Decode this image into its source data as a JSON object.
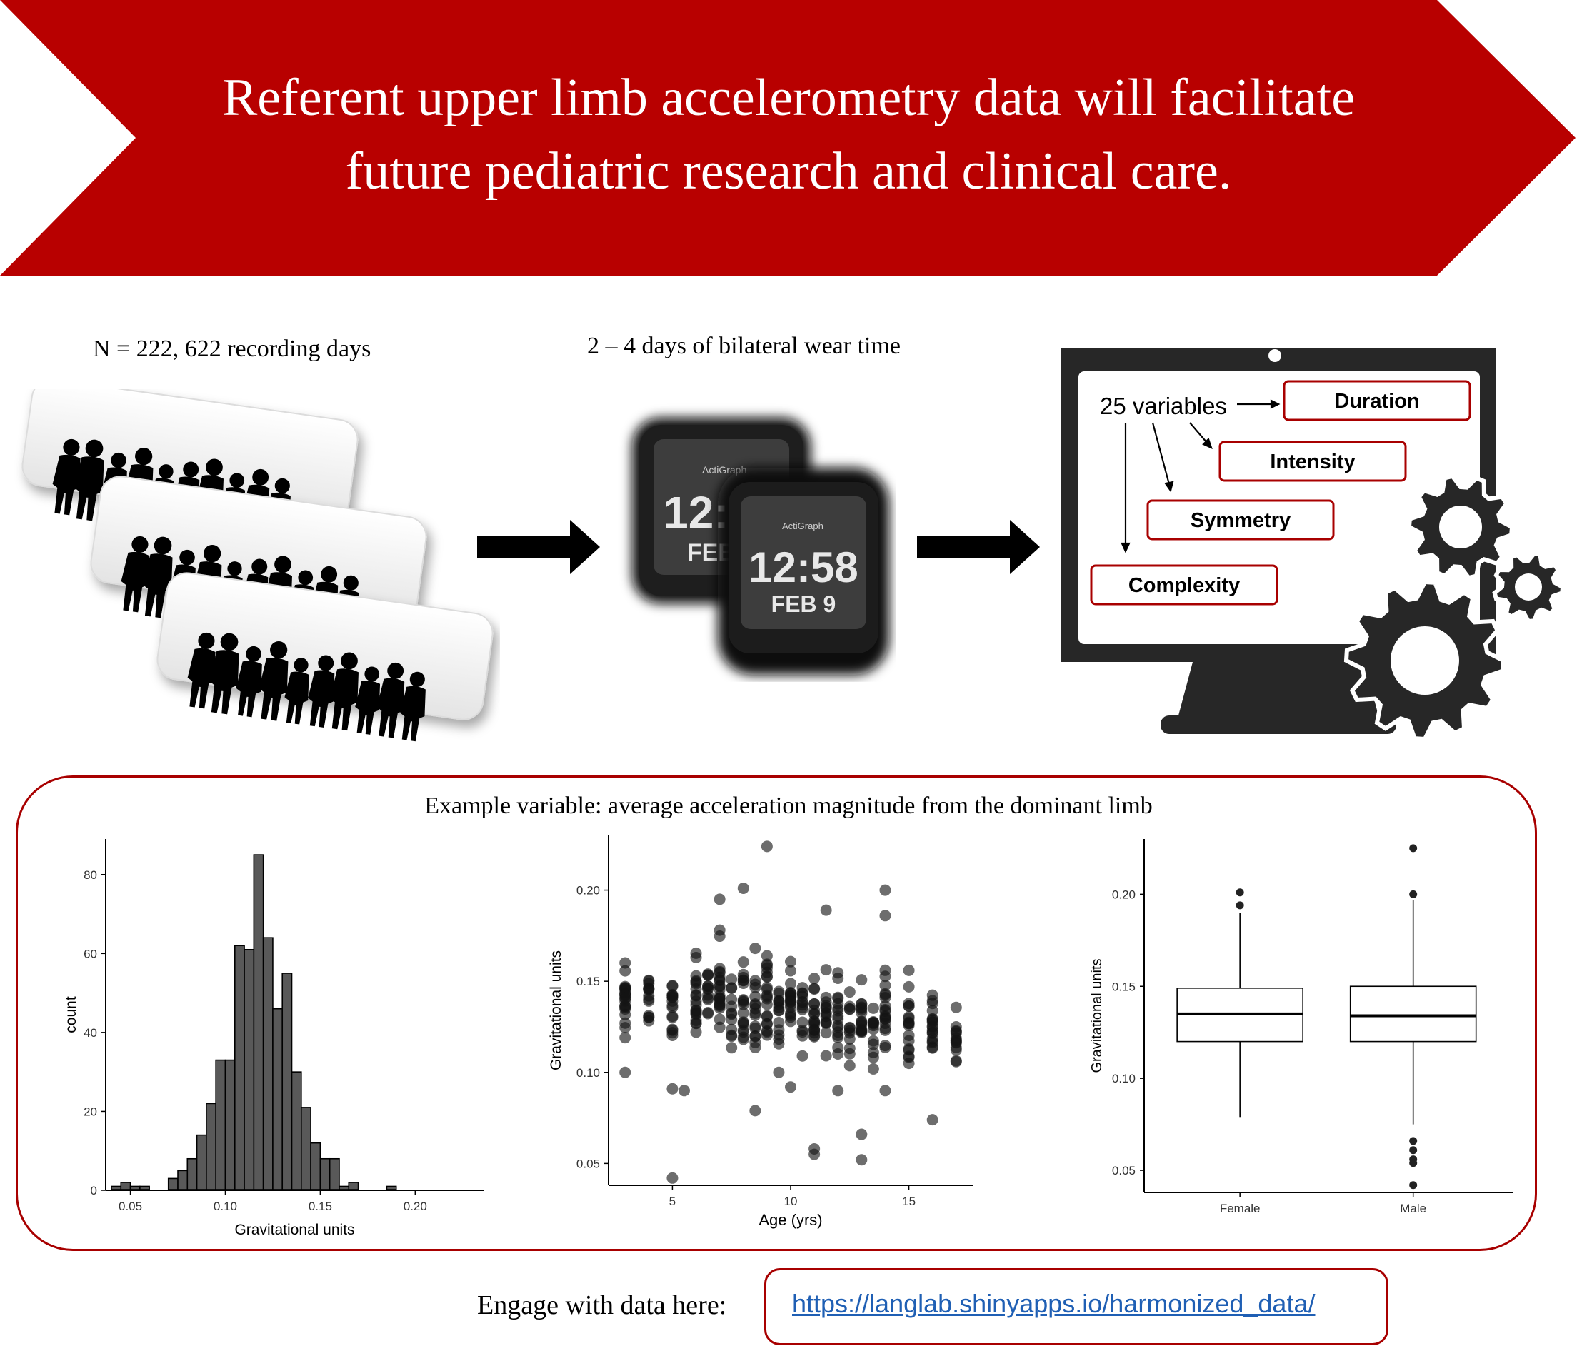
{
  "colors": {
    "banner": "#b80000",
    "accent": "#a80000",
    "link": "#1f5fb4"
  },
  "banner": {
    "line1": "Referent upper limb accelerometry data will facilitate",
    "line2": "future pediatric research and clinical care."
  },
  "steps": {
    "recordings_caption": "N = 222, 622 recording days",
    "wear_caption": "2 – 4 days of bilateral wear time",
    "watch": {
      "brand": "ActiGraph",
      "time": "12:58",
      "date": "FEB 9"
    }
  },
  "monitor": {
    "variables_label": "25 variables",
    "categories": [
      "Duration",
      "Intensity",
      "Symmetry",
      "Complexity"
    ]
  },
  "example_panel_title": "Example variable: average acceleration magnitude from the dominant limb",
  "engage_label": "Engage with data here:",
  "link_url": "https://langlab.shinyapps.io/harmonized_data/",
  "chart_data": [
    {
      "type": "bar",
      "xlabel": "Gravitational units",
      "ylabel": "count",
      "x_ticks": [
        0.05,
        0.1,
        0.15,
        0.2
      ],
      "x_tick_labels": [
        "0.05",
        "0.10",
        "0.15",
        "0.20"
      ],
      "y_ticks": [
        0,
        20,
        40,
        60,
        80
      ],
      "y_tick_labels": [
        "0",
        "20",
        "40",
        "60",
        "80"
      ],
      "xlim": [
        0.037,
        0.236
      ],
      "ylim": [
        0,
        89
      ],
      "bin_start": 0.04,
      "bin_width": 0.005,
      "values": [
        1,
        2,
        1,
        1,
        0,
        0,
        3,
        5,
        8,
        14,
        22,
        33,
        33,
        62,
        61,
        85,
        64,
        46,
        55,
        30,
        21,
        12,
        8,
        8,
        1,
        2,
        0,
        0,
        0,
        1
      ]
    },
    {
      "type": "scatter",
      "xlabel": "Age (yrs)",
      "ylabel": "Gravitational units",
      "x_ticks": [
        5,
        10,
        15
      ],
      "x_tick_labels": [
        "5",
        "10",
        "15"
      ],
      "y_ticks": [
        0.05,
        0.1,
        0.15,
        0.2
      ],
      "y_tick_labels": [
        "0.05",
        "0.10",
        "0.15",
        "0.20"
      ],
      "xlim": [
        2.3,
        17.7
      ],
      "ylim": [
        0.038,
        0.23
      ],
      "ages": [
        3,
        4,
        5,
        6,
        6.5,
        7,
        7.5,
        8,
        8.5,
        9,
        9.5,
        10,
        10.5,
        11,
        11.5,
        12,
        12.5,
        13,
        13.5,
        14,
        15,
        16,
        17
      ],
      "y_means": [
        0.142,
        0.14,
        0.135,
        0.14,
        0.142,
        0.145,
        0.138,
        0.14,
        0.136,
        0.14,
        0.135,
        0.138,
        0.132,
        0.13,
        0.133,
        0.13,
        0.128,
        0.125,
        0.128,
        0.13,
        0.125,
        0.125,
        0.118
      ],
      "y_spreads": [
        0.018,
        0.017,
        0.018,
        0.02,
        0.02,
        0.02,
        0.019,
        0.02,
        0.02,
        0.02,
        0.02,
        0.02,
        0.018,
        0.018,
        0.018,
        0.018,
        0.018,
        0.02,
        0.018,
        0.02,
        0.018,
        0.018,
        0.016
      ],
      "n_per_age": [
        22,
        14,
        16,
        20,
        12,
        22,
        12,
        18,
        16,
        20,
        14,
        18,
        14,
        18,
        14,
        16,
        12,
        16,
        12,
        18,
        18,
        18,
        14
      ],
      "outliers": [
        [
          5,
          0.042
        ],
        [
          9,
          0.224
        ],
        [
          8.5,
          0.079
        ],
        [
          11,
          0.058
        ],
        [
          11,
          0.055
        ],
        [
          13,
          0.052
        ],
        [
          14,
          0.2
        ],
        [
          14,
          0.186
        ],
        [
          8,
          0.201
        ],
        [
          11.5,
          0.189
        ],
        [
          5.5,
          0.09
        ],
        [
          5,
          0.091
        ],
        [
          3,
          0.1
        ],
        [
          16,
          0.074
        ],
        [
          12,
          0.09
        ],
        [
          13,
          0.066
        ],
        [
          14,
          0.09
        ],
        [
          9.5,
          0.1
        ],
        [
          10,
          0.092
        ],
        [
          7,
          0.195
        ]
      ]
    },
    {
      "type": "box",
      "ylabel": "Gravitational units",
      "categories": [
        "Female",
        "Male"
      ],
      "y_ticks": [
        0.05,
        0.1,
        0.15,
        0.2
      ],
      "y_tick_labels": [
        "0.05",
        "0.10",
        "0.15",
        "0.20"
      ],
      "ylim": [
        0.038,
        0.23
      ],
      "boxes": [
        {
          "name": "Female",
          "lower_whisker": 0.079,
          "q1": 0.12,
          "median": 0.135,
          "q3": 0.149,
          "upper_whisker": 0.19,
          "outliers": [
            0.201,
            0.194
          ]
        },
        {
          "name": "Male",
          "lower_whisker": 0.075,
          "q1": 0.12,
          "median": 0.134,
          "q3": 0.15,
          "upper_whisker": 0.197,
          "outliers": [
            0.225,
            0.2,
            0.066,
            0.061,
            0.056,
            0.054,
            0.042
          ]
        }
      ]
    }
  ]
}
